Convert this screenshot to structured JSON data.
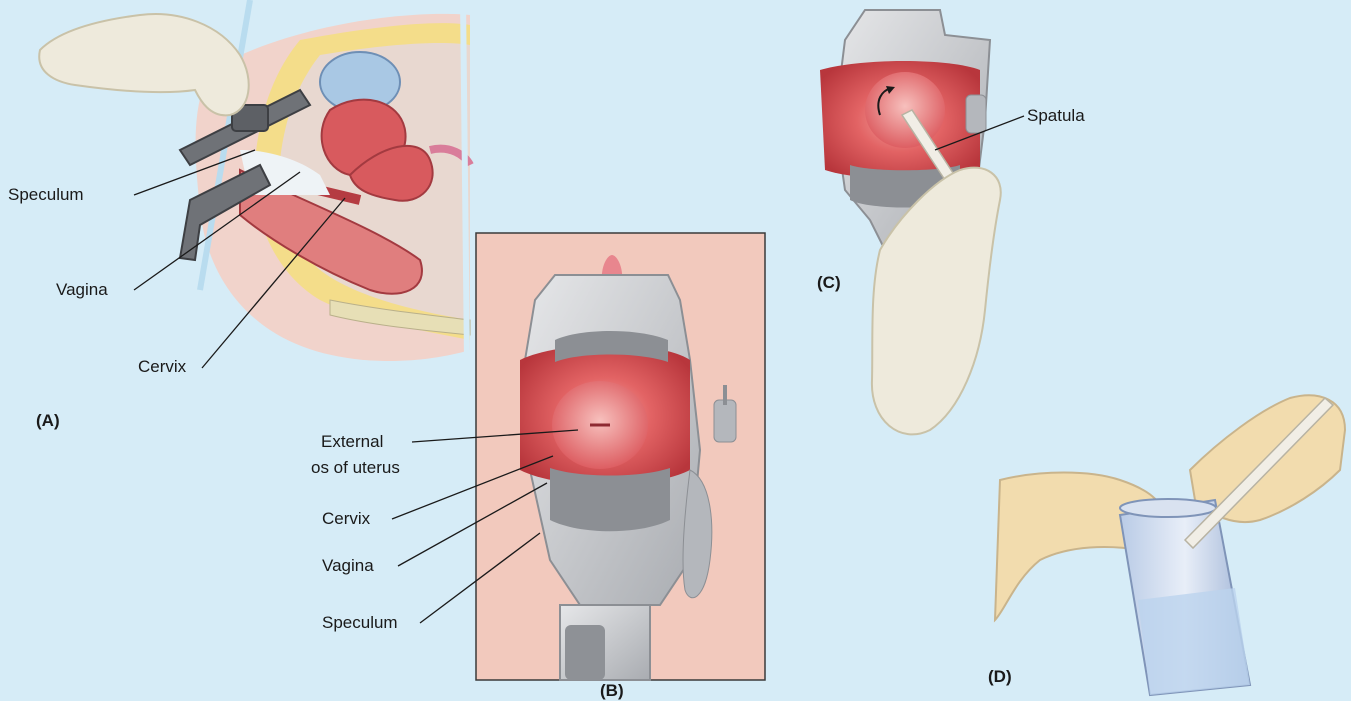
{
  "panels": {
    "a": {
      "tag": "(A)",
      "labels": [
        "Speculum",
        "Vagina",
        "Cervix"
      ]
    },
    "b": {
      "tag": "(B)",
      "labels": [
        "External",
        "os of uterus",
        "Cervix",
        "Vagina",
        "Speculum"
      ]
    },
    "c": {
      "tag": "(C)",
      "labels": [
        "Spatula"
      ]
    },
    "d": {
      "tag": "(D)"
    }
  },
  "colors": {
    "background": "#d6ecf7",
    "tissue": "#d94f54",
    "speculum": "#c9cbce",
    "glove": "#eeeadc",
    "skin": "#f0c9ba",
    "fat": "#f4dd8a"
  },
  "icons": [
    "gloved-hand-icon",
    "speculum-icon",
    "spatula-icon",
    "specimen-vial-icon"
  ]
}
